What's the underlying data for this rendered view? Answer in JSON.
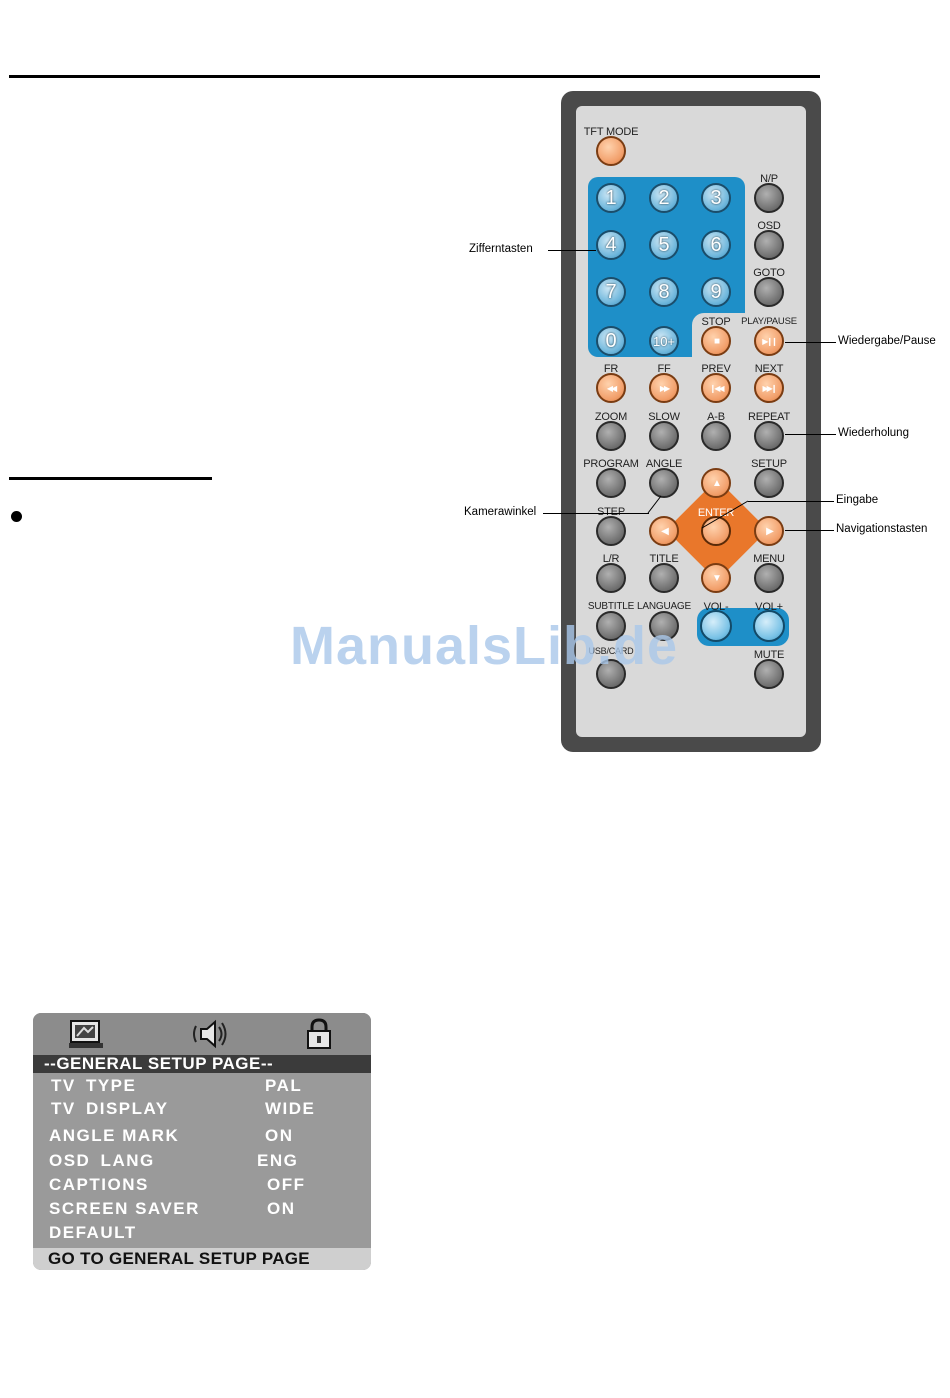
{
  "remote": {
    "buttons": [
      {
        "id": "tft-mode",
        "label": "TFT MODE",
        "glyph": "",
        "style": "orange"
      },
      {
        "id": "n-p",
        "label": "N/P",
        "glyph": "",
        "style": "gray"
      },
      {
        "id": "num-1",
        "label": "",
        "glyph": "1",
        "style": "blue"
      },
      {
        "id": "num-2",
        "label": "",
        "glyph": "2",
        "style": "blue"
      },
      {
        "id": "num-3",
        "label": "",
        "glyph": "3",
        "style": "blue"
      },
      {
        "id": "osd",
        "label": "OSD",
        "glyph": "",
        "style": "gray"
      },
      {
        "id": "num-4",
        "label": "",
        "glyph": "4",
        "style": "blue"
      },
      {
        "id": "num-5",
        "label": "",
        "glyph": "5",
        "style": "blue"
      },
      {
        "id": "num-6",
        "label": "",
        "glyph": "6",
        "style": "blue"
      },
      {
        "id": "goto",
        "label": "GOTO",
        "glyph": "",
        "style": "gray"
      },
      {
        "id": "num-7",
        "label": "",
        "glyph": "7",
        "style": "blue"
      },
      {
        "id": "num-8",
        "label": "",
        "glyph": "8",
        "style": "blue"
      },
      {
        "id": "num-9",
        "label": "",
        "glyph": "9",
        "style": "blue"
      },
      {
        "id": "stop",
        "label": "STOP",
        "glyph": "■",
        "style": "orange"
      },
      {
        "id": "play-pause",
        "label": "PLAY/PAUSE",
        "glyph": "▶❙❙",
        "style": "orange"
      },
      {
        "id": "num-0",
        "label": "",
        "glyph": "0",
        "style": "blue"
      },
      {
        "id": "num-10plus",
        "label": "",
        "glyph": "10+",
        "style": "blue"
      },
      {
        "id": "fr",
        "label": "FR",
        "glyph": "◀◀",
        "style": "orange"
      },
      {
        "id": "ff",
        "label": "FF",
        "glyph": "▶▶",
        "style": "orange"
      },
      {
        "id": "prev",
        "label": "PREV",
        "glyph": "❙◀◀",
        "style": "orange"
      },
      {
        "id": "next",
        "label": "NEXT",
        "glyph": "▶▶❙",
        "style": "orange"
      },
      {
        "id": "zoom",
        "label": "ZOOM",
        "glyph": "",
        "style": "gray"
      },
      {
        "id": "slow",
        "label": "SLOW",
        "glyph": "",
        "style": "gray"
      },
      {
        "id": "a-b",
        "label": "A-B",
        "glyph": "",
        "style": "gray"
      },
      {
        "id": "repeat",
        "label": "REPEAT",
        "glyph": "",
        "style": "gray"
      },
      {
        "id": "program",
        "label": "PROGRAM",
        "glyph": "",
        "style": "gray"
      },
      {
        "id": "angle",
        "label": "ANGLE",
        "glyph": "",
        "style": "gray"
      },
      {
        "id": "up",
        "label": "",
        "glyph": "▲",
        "style": "orange"
      },
      {
        "id": "setup",
        "label": "SETUP",
        "glyph": "",
        "style": "gray"
      },
      {
        "id": "step",
        "label": "STEP",
        "glyph": "",
        "style": "gray"
      },
      {
        "id": "left",
        "label": "",
        "glyph": "◀",
        "style": "orange"
      },
      {
        "id": "enter",
        "label": "ENTER",
        "glyph": "",
        "style": "orange"
      },
      {
        "id": "right",
        "label": "",
        "glyph": "▶",
        "style": "orange"
      },
      {
        "id": "l-r",
        "label": "L/R",
        "glyph": "",
        "style": "gray"
      },
      {
        "id": "title",
        "label": "TITLE",
        "glyph": "",
        "style": "gray"
      },
      {
        "id": "down",
        "label": "",
        "glyph": "▼",
        "style": "orange"
      },
      {
        "id": "menu",
        "label": "MENU",
        "glyph": "",
        "style": "gray"
      },
      {
        "id": "subtitle",
        "label": "SUBTITLE",
        "glyph": "",
        "style": "gray"
      },
      {
        "id": "language",
        "label": "LANGUAGE",
        "glyph": "",
        "style": "gray"
      },
      {
        "id": "vol-minus",
        "label": "VOL-",
        "glyph": "",
        "style": "vol"
      },
      {
        "id": "vol-plus",
        "label": "VOL+",
        "glyph": "",
        "style": "vol"
      },
      {
        "id": "usb-card",
        "label": "USB/CARD",
        "glyph": "",
        "style": "gray"
      },
      {
        "id": "mute",
        "label": "MUTE",
        "glyph": "",
        "style": "gray"
      }
    ],
    "annotations": {
      "zifferntasten": "Zifferntasten",
      "wiedergabe": "Wiedergabe/Pause",
      "wiederholung": "Wiederholung",
      "eingabe": "Eingabe",
      "navigation": "Navigationstasten",
      "kamerawinkel": "Kamerawinkel"
    }
  },
  "watermark": "ManualsLib.de",
  "osd_menu": {
    "header": "--GENERAL SETUP PAGE--",
    "icons": [
      "tv-setup-icon",
      "audio-setup-icon",
      "lock-icon"
    ],
    "rows": [
      {
        "label": "TV TYPE",
        "value": "PAL"
      },
      {
        "label": "TV DISPLAY",
        "value": "WIDE"
      },
      {
        "label": "ANGLE MARK",
        "value": "ON"
      },
      {
        "label": "OSD LANG",
        "value": "ENG"
      },
      {
        "label": "CAPTIONS",
        "value": "OFF"
      },
      {
        "label": "SCREEN SAVER",
        "value": "ON"
      },
      {
        "label": "DEFAULT",
        "value": ""
      }
    ],
    "footer": "GO TO GENERAL SETUP PAGE"
  }
}
